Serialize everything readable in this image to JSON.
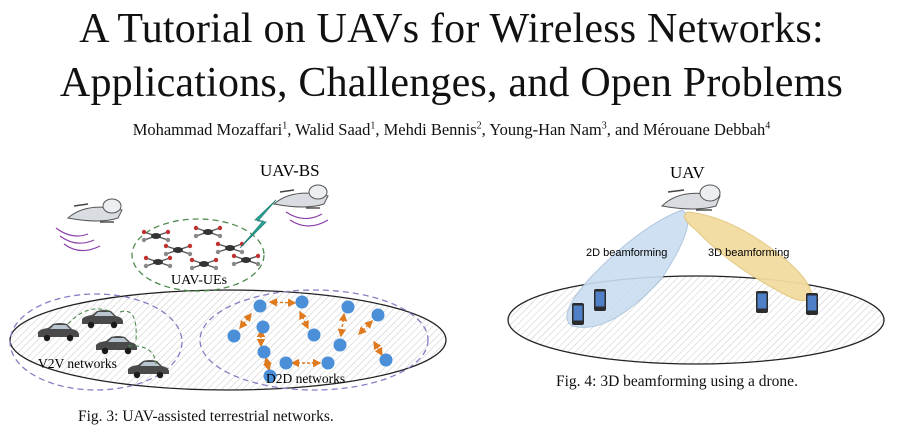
{
  "paper": {
    "title_line1": "A Tutorial on UAVs for Wireless Networks:",
    "title_line2": "Applications, Challenges, and Open Problems",
    "authors": [
      {
        "name": "Mohammad Mozaffari",
        "aff": "1",
        "sep": ", "
      },
      {
        "name": "Walid Saad",
        "aff": "1",
        "sep": ", "
      },
      {
        "name": "Mehdi Bennis",
        "aff": "2",
        "sep": ", "
      },
      {
        "name": "Young-Han Nam",
        "aff": "3",
        "sep": ", and "
      },
      {
        "name": "Mérouane Debbah",
        "aff": "4",
        "sep": ""
      }
    ]
  },
  "fig3": {
    "label_uav_bs": "UAV-BS",
    "label_uav_ues": "UAV-UEs",
    "label_v2v": "V2V networks",
    "label_d2d": "D2D networks",
    "caption": "Fig. 3: UAV-assisted terrestrial networks."
  },
  "fig4": {
    "label_uav": "UAV",
    "label_2d": "2D beamforming",
    "label_3d": "3D beamforming",
    "caption": "Fig. 4: 3D beamforming using a drone."
  },
  "colors": {
    "node_blue": "#4a8fd8",
    "arrow_orange": "#e07a1e",
    "beam_blue": "#c9ddf0",
    "beam_yellow": "#f2dca0",
    "dash_purple": "#8a7cc4",
    "dash_green": "#4f8a4f"
  }
}
